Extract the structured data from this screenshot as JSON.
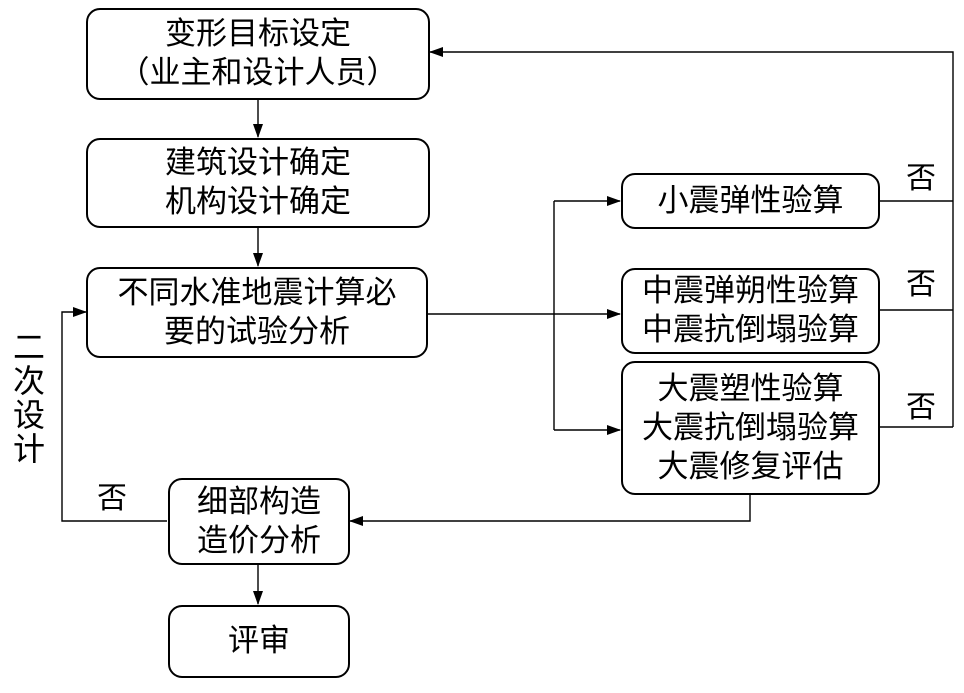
{
  "nodes": {
    "goal": {
      "lines": [
        "变形目标设定",
        "（业主和设计人员）"
      ]
    },
    "design": {
      "lines": [
        "建筑设计确定",
        "机构设计确定"
      ]
    },
    "analysis": {
      "lines": [
        "不同水准地震计算必",
        "要的试验分析"
      ]
    },
    "small": {
      "lines": [
        "小震弹性验算"
      ]
    },
    "medium": {
      "lines": [
        "中震弹朔性验算",
        "中震抗倒塌验算"
      ]
    },
    "large": {
      "lines": [
        "大震塑性验算",
        "大震抗倒塌验算",
        "大震修复评估"
      ]
    },
    "detail": {
      "lines": [
        "细部构造",
        "造价分析"
      ]
    },
    "review": {
      "lines": [
        "评审"
      ]
    }
  },
  "labels": {
    "no": "否",
    "redesign": [
      "二",
      "次",
      "设",
      "计"
    ]
  }
}
